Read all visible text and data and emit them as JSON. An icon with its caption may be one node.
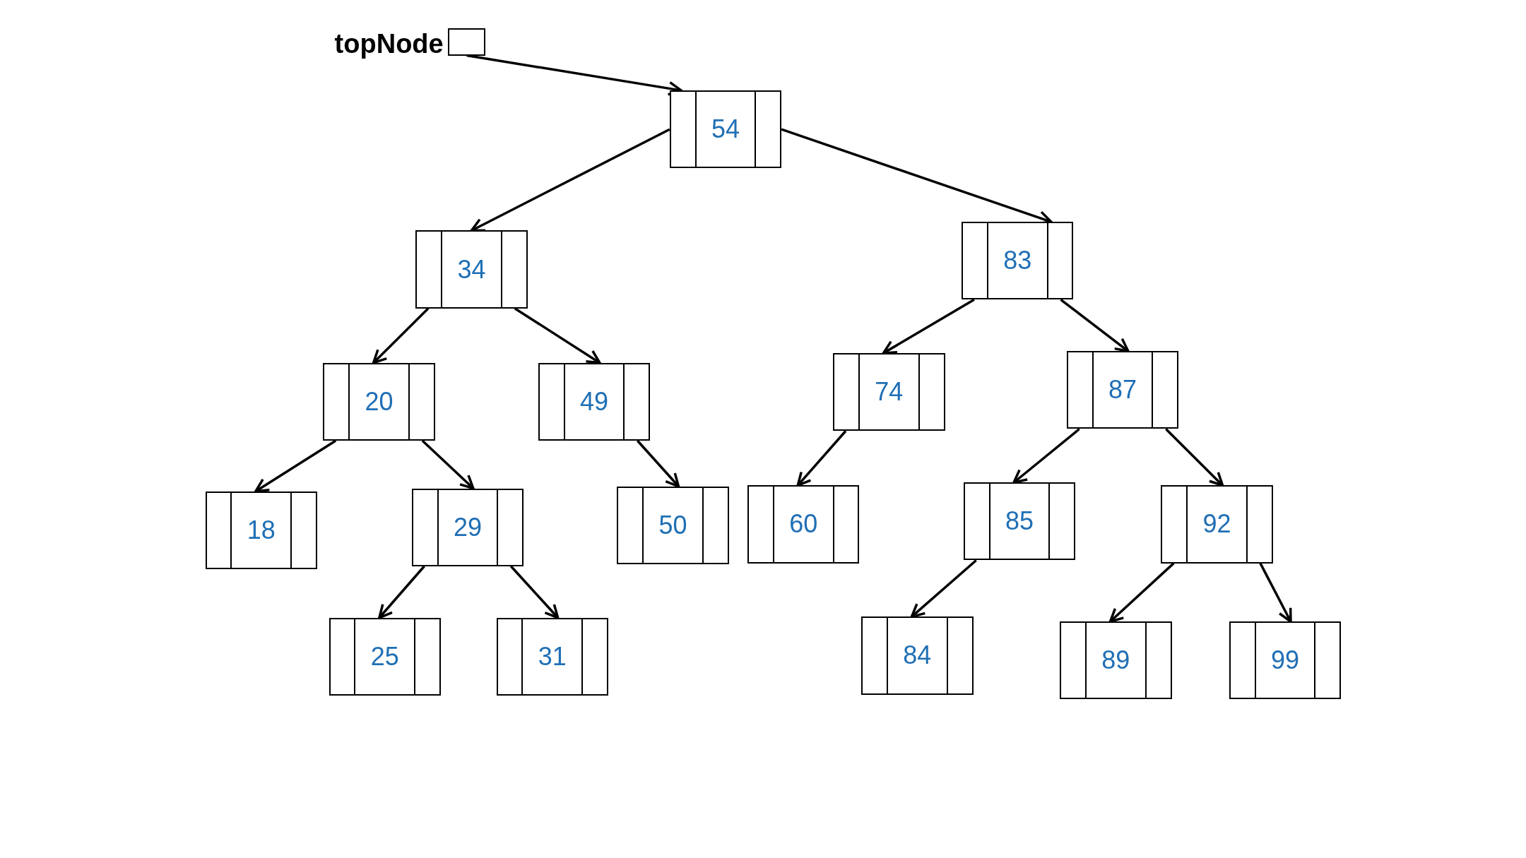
{
  "diagram": {
    "nodes": [
      {
        "text": [
          "topNode"
        ]
      },
      {
        "text": [
          "54"
        ]
      },
      {
        "text": [
          "34"
        ]
      },
      {
        "text": [
          "83"
        ]
      },
      {
        "text": [
          "20"
        ]
      },
      {
        "text": [
          "49"
        ]
      },
      {
        "text": [
          "74"
        ]
      },
      {
        "text": [
          "87"
        ]
      },
      {
        "text": [
          "18"
        ]
      },
      {
        "text": [
          "29"
        ]
      },
      {
        "text": [
          "50"
        ]
      },
      {
        "text": [
          "60"
        ]
      },
      {
        "text": [
          "85"
        ]
      },
      {
        "text": [
          "92"
        ]
      },
      {
        "text": [
          "25"
        ]
      },
      {
        "text": [
          "31"
        ]
      },
      {
        "text": [
          "84"
        ]
      },
      {
        "text": [
          "89"
        ]
      },
      {
        "text": [
          "99"
        ]
      }
    ],
    "edges": [
      {
        "from": 0,
        "to": 1,
        "arrow": "to"
      },
      {
        "from": 1,
        "to": 2,
        "arrow": "to"
      },
      {
        "from": 1,
        "to": 3,
        "arrow": "to"
      },
      {
        "from": 2,
        "to": 4,
        "arrow": "to"
      },
      {
        "from": 2,
        "to": 5,
        "arrow": "to"
      },
      {
        "from": 3,
        "to": 6,
        "arrow": "to"
      },
      {
        "from": 3,
        "to": 7,
        "arrow": "to"
      },
      {
        "from": 4,
        "to": 8,
        "arrow": "to"
      },
      {
        "from": 4,
        "to": 9,
        "arrow": "to"
      },
      {
        "from": 5,
        "to": 10,
        "arrow": "to"
      },
      {
        "from": 6,
        "to": 11,
        "arrow": "to"
      },
      {
        "from": 7,
        "to": 12,
        "arrow": "to"
      },
      {
        "from": 7,
        "to": 13,
        "arrow": "to"
      },
      {
        "from": 9,
        "to": 14,
        "arrow": "to"
      },
      {
        "from": 9,
        "to": 15,
        "arrow": "to"
      },
      {
        "from": 12,
        "to": 16,
        "arrow": "to"
      },
      {
        "from": 13,
        "to": 17,
        "arrow": "to"
      },
      {
        "from": 13,
        "to": 18,
        "arrow": "to"
      }
    ]
  }
}
